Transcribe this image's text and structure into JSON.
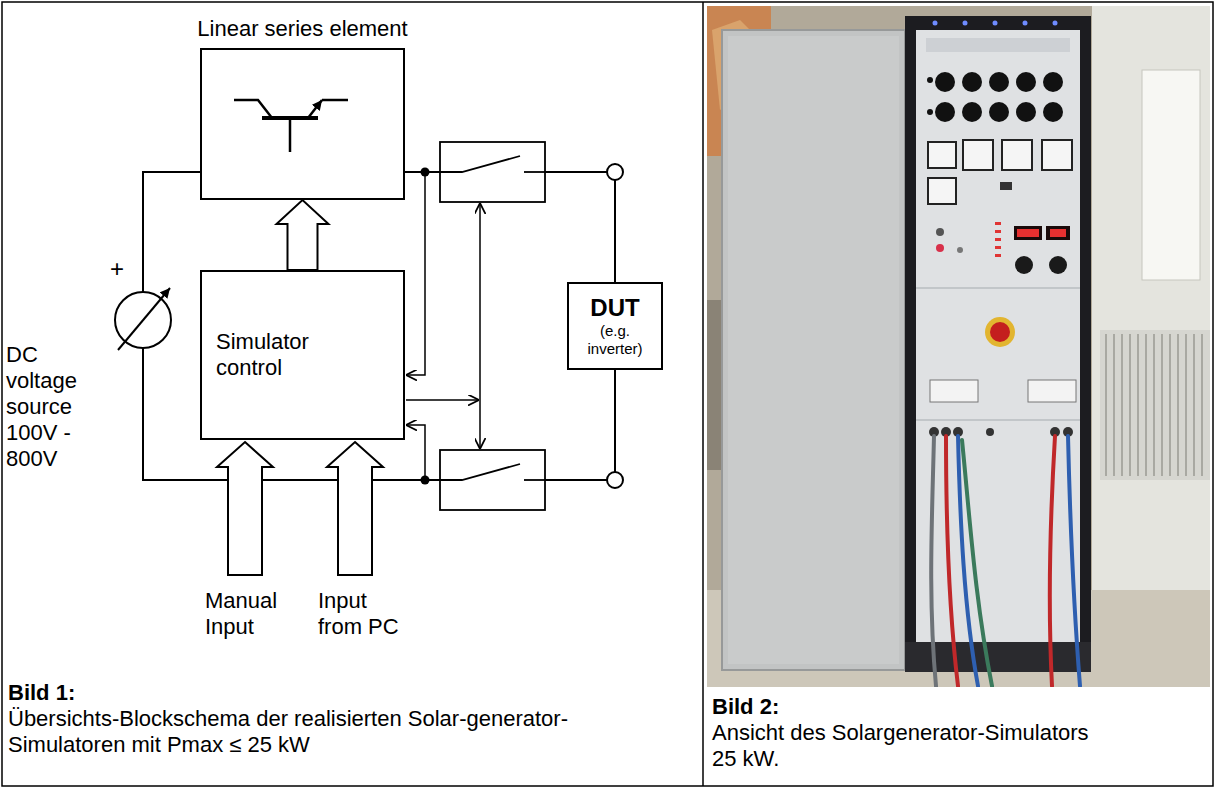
{
  "diagram": {
    "nodes": [
      {
        "text": [
          "Linear series element"
        ]
      },
      {
        "text": [
          "Simulator control"
        ]
      },
      {
        "text": [
          "DUT",
          "(e.g. inverter)"
        ]
      }
    ],
    "edges": [
      {
        "from": 1,
        "to": 0,
        "arrow": "to"
      },
      {
        "from": 0,
        "to": 2,
        "arrow": "none"
      }
    ],
    "labels": [
      "+",
      "DC voltage source 100V - 800V",
      "Manual Input",
      "Input from PC",
      "Bild 1:",
      "Übersichts-Blockschema der realisierten Solar-generator-Simulatoren mit Pmax ≤ 25 kW",
      "Bild 2:",
      "Ansicht des Solargenerator-Simulators 25 kW."
    ]
  }
}
